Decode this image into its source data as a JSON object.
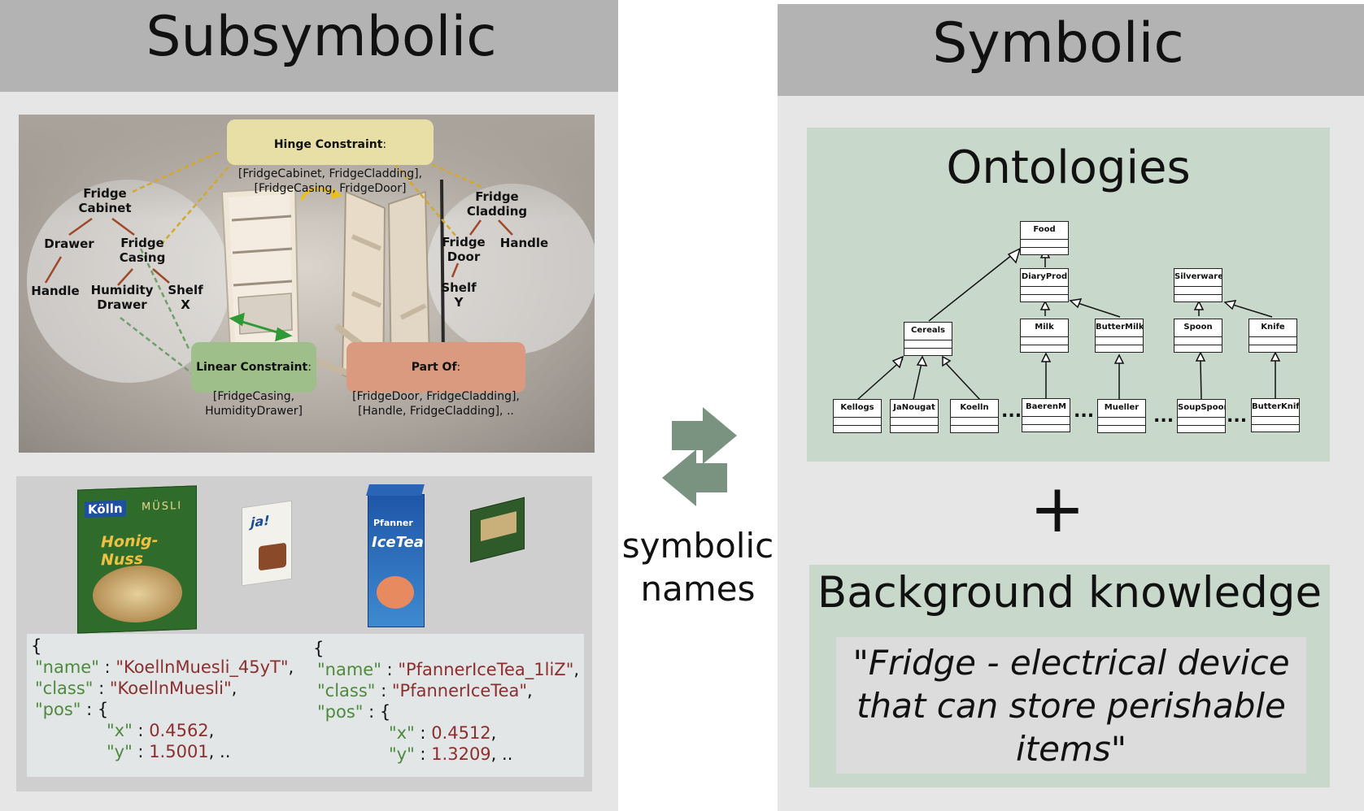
{
  "subsymbolic": {
    "title": "Subsymbolic",
    "scene_nodes": {
      "fridge_cabinet": "Fridge\nCabinet",
      "drawer": "Drawer",
      "fridge_casing": "Fridge\nCasing",
      "handle_left": "Handle",
      "humidity_drawer": "Humidity\nDrawer",
      "shelf_x": "Shelf\nX",
      "fridge_cladding": "Fridge\nCladding",
      "fridge_door": "Fridge\nDoor",
      "handle_right": "Handle",
      "shelf_y": "Shelf\nY"
    },
    "constraints": {
      "hinge_title": "Hinge Constraint",
      "hinge_body": "[FridgeCabinet, FridgeCladding],\n[FridgeCasing, FridgeDoor]",
      "linear_title": "Linear Constraint",
      "linear_body": "[FridgeCasing,\nHumidityDrawer]",
      "partof_title": "Part Of",
      "partof_body": "[FridgeDoor, FridgeCladding],\n[Handle, FridgeCladding], .."
    },
    "products": {
      "koelln_brand": "Kölln",
      "koelln_line": "MÜSLI",
      "koelln_flavor": "Honig-Nuss",
      "ja_brand": "ja!",
      "pfanner_brand": "Pfanner",
      "pfanner_product": "IceTea"
    },
    "json_objects": [
      {
        "open": "{",
        "name_key": "\"name\"",
        "name_val": "\"KoellnMuesli_45yT\"",
        "class_key": "\"class\"",
        "class_val": "\"KoellnMuesli\"",
        "pos_key": "\"pos\"",
        "x_key": "\"x\"",
        "x_val": "0.4562",
        "y_key": "\"y\"",
        "y_val": "1.5001"
      },
      {
        "open": "{",
        "name_key": "\"name\"",
        "name_val": "\"PfannerIceTea_1liZ\"",
        "class_key": "\"class\"",
        "class_val": "\"PfannerIceTea\"",
        "pos_key": "\"pos\"",
        "x_key": "\"x\"",
        "x_val": "0.4512",
        "y_key": "\"y\"",
        "y_val": "1.3209"
      }
    ]
  },
  "middle": {
    "label": "symbolic\nnames"
  },
  "symbolic": {
    "title": "Symbolic",
    "ontologies_title": "Ontologies",
    "classes": [
      "Food",
      "DiaryProd",
      "Silverware",
      "Cereals",
      "Milk",
      "ButterMilk",
      "Spoon",
      "Knife",
      "Kellogs",
      "JaNougat",
      "Koelln",
      "BaerenM",
      "Mueller",
      "SoupSpoon",
      "ButterKnife"
    ],
    "ellipsis": "...",
    "plus": "+",
    "background_title": "Background knowledge",
    "background_quote": "\"Fridge - electrical device\nthat can store perishable\nitems\""
  },
  "colors": {
    "header_gray": "#b3b3b3",
    "panel_gray": "#e6e6e6",
    "sage_green": "#c8d8cb",
    "arrow_green": "#7a9380",
    "json_key_green": "#4e8a3e",
    "json_value_red": "#8b2f2f",
    "hinge_yellow": "#e8dfa6",
    "linear_green": "#9fbf8a",
    "partof_salmon": "#d99a80"
  }
}
